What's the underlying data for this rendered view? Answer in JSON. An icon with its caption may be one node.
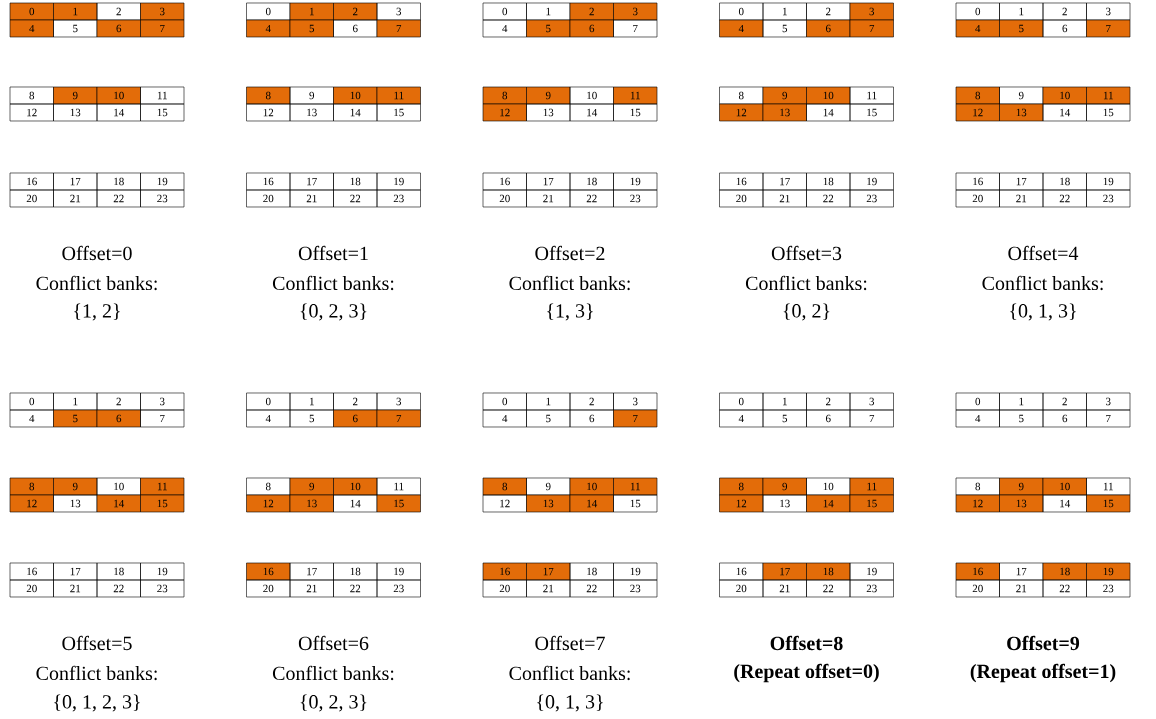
{
  "diagram": {
    "nodes": [
      {
        "text": [
          "0"
        ]
      },
      {
        "text": [
          "1"
        ]
      },
      {
        "text": [
          "2"
        ]
      },
      {
        "text": [
          "3"
        ]
      },
      {
        "text": [
          "4"
        ]
      },
      {
        "text": [
          "5"
        ]
      },
      {
        "text": [
          "6"
        ]
      },
      {
        "text": [
          "7"
        ]
      },
      {
        "text": [
          "8"
        ]
      },
      {
        "text": [
          "9"
        ]
      },
      {
        "text": [
          "10"
        ]
      },
      {
        "text": [
          "11"
        ]
      },
      {
        "text": [
          "12"
        ]
      },
      {
        "text": [
          "13"
        ]
      },
      {
        "text": [
          "14"
        ]
      },
      {
        "text": [
          "15"
        ]
      },
      {
        "text": [
          "16"
        ]
      },
      {
        "text": [
          "17"
        ]
      },
      {
        "text": [
          "18"
        ]
      },
      {
        "text": [
          "19"
        ]
      },
      {
        "text": [
          "20"
        ]
      },
      {
        "text": [
          "21"
        ]
      },
      {
        "text": [
          "22"
        ]
      },
      {
        "text": [
          "23"
        ]
      },
      {
        "text": [
          "0"
        ]
      },
      {
        "text": [
          "1"
        ]
      },
      {
        "text": [
          "2"
        ]
      },
      {
        "text": [
          "3"
        ]
      },
      {
        "text": [
          "4"
        ]
      },
      {
        "text": [
          "5"
        ]
      },
      {
        "text": [
          "6"
        ]
      },
      {
        "text": [
          "7"
        ]
      },
      {
        "text": [
          "8"
        ]
      },
      {
        "text": [
          "9"
        ]
      },
      {
        "text": [
          "10"
        ]
      },
      {
        "text": [
          "11"
        ]
      },
      {
        "text": [
          "12"
        ]
      },
      {
        "text": [
          "13"
        ]
      },
      {
        "text": [
          "14"
        ]
      },
      {
        "text": [
          "15"
        ]
      },
      {
        "text": [
          "16"
        ]
      },
      {
        "text": [
          "17"
        ]
      },
      {
        "text": [
          "18"
        ]
      },
      {
        "text": [
          "19"
        ]
      },
      {
        "text": [
          "20"
        ]
      },
      {
        "text": [
          "21"
        ]
      },
      {
        "text": [
          "22"
        ]
      },
      {
        "text": [
          "23"
        ]
      },
      {
        "text": [
          "0"
        ]
      },
      {
        "text": [
          "1"
        ]
      },
      {
        "text": [
          "2"
        ]
      },
      {
        "text": [
          "3"
        ]
      },
      {
        "text": [
          "4"
        ]
      },
      {
        "text": [
          "5"
        ]
      },
      {
        "text": [
          "6"
        ]
      },
      {
        "text": [
          "7"
        ]
      },
      {
        "text": [
          "8"
        ]
      },
      {
        "text": [
          "9"
        ]
      },
      {
        "text": [
          "10"
        ]
      },
      {
        "text": [
          "11"
        ]
      },
      {
        "text": [
          "12"
        ]
      },
      {
        "text": [
          "13"
        ]
      },
      {
        "text": [
          "14"
        ]
      },
      {
        "text": [
          "15"
        ]
      },
      {
        "text": [
          "16"
        ]
      },
      {
        "text": [
          "17"
        ]
      },
      {
        "text": [
          "18"
        ]
      },
      {
        "text": [
          "19"
        ]
      },
      {
        "text": [
          "20"
        ]
      },
      {
        "text": [
          "21"
        ]
      },
      {
        "text": [
          "22"
        ]
      },
      {
        "text": [
          "23"
        ]
      },
      {
        "text": [
          "0"
        ]
      },
      {
        "text": [
          "1"
        ]
      },
      {
        "text": [
          "2"
        ]
      },
      {
        "text": [
          "3"
        ]
      },
      {
        "text": [
          "4"
        ]
      },
      {
        "text": [
          "5"
        ]
      },
      {
        "text": [
          "6"
        ]
      },
      {
        "text": [
          "7"
        ]
      },
      {
        "text": [
          "8"
        ]
      },
      {
        "text": [
          "9"
        ]
      },
      {
        "text": [
          "10"
        ]
      },
      {
        "text": [
          "11"
        ]
      },
      {
        "text": [
          "12"
        ]
      },
      {
        "text": [
          "13"
        ]
      },
      {
        "text": [
          "14"
        ]
      },
      {
        "text": [
          "15"
        ]
      },
      {
        "text": [
          "16"
        ]
      },
      {
        "text": [
          "17"
        ]
      },
      {
        "text": [
          "18"
        ]
      },
      {
        "text": [
          "19"
        ]
      },
      {
        "text": [
          "20"
        ]
      },
      {
        "text": [
          "21"
        ]
      },
      {
        "text": [
          "22"
        ]
      },
      {
        "text": [
          "23"
        ]
      },
      {
        "text": [
          "0"
        ]
      },
      {
        "text": [
          "1"
        ]
      },
      {
        "text": [
          "2"
        ]
      },
      {
        "text": [
          "3"
        ]
      },
      {
        "text": [
          "4"
        ]
      },
      {
        "text": [
          "5"
        ]
      },
      {
        "text": [
          "6"
        ]
      },
      {
        "text": [
          "7"
        ]
      },
      {
        "text": [
          "8"
        ]
      },
      {
        "text": [
          "9"
        ]
      },
      {
        "text": [
          "10"
        ]
      },
      {
        "text": [
          "11"
        ]
      },
      {
        "text": [
          "12"
        ]
      },
      {
        "text": [
          "13"
        ]
      },
      {
        "text": [
          "14"
        ]
      },
      {
        "text": [
          "15"
        ]
      },
      {
        "text": [
          "16"
        ]
      },
      {
        "text": [
          "17"
        ]
      },
      {
        "text": [
          "18"
        ]
      },
      {
        "text": [
          "19"
        ]
      },
      {
        "text": [
          "20"
        ]
      },
      {
        "text": [
          "21"
        ]
      },
      {
        "text": [
          "22"
        ]
      },
      {
        "text": [
          "23"
        ]
      },
      {
        "text": [
          "0"
        ]
      },
      {
        "text": [
          "1"
        ]
      },
      {
        "text": [
          "2"
        ]
      },
      {
        "text": [
          "3"
        ]
      },
      {
        "text": [
          "4"
        ]
      },
      {
        "text": [
          "5"
        ]
      },
      {
        "text": [
          "6"
        ]
      },
      {
        "text": [
          "7"
        ]
      },
      {
        "text": [
          "8"
        ]
      },
      {
        "text": [
          "9"
        ]
      },
      {
        "text": [
          "10"
        ]
      },
      {
        "text": [
          "11"
        ]
      },
      {
        "text": [
          "12"
        ]
      },
      {
        "text": [
          "13"
        ]
      },
      {
        "text": [
          "14"
        ]
      },
      {
        "text": [
          "15"
        ]
      },
      {
        "text": [
          "16"
        ]
      },
      {
        "text": [
          "17"
        ]
      },
      {
        "text": [
          "18"
        ]
      },
      {
        "text": [
          "19"
        ]
      },
      {
        "text": [
          "20"
        ]
      },
      {
        "text": [
          "21"
        ]
      },
      {
        "text": [
          "22"
        ]
      },
      {
        "text": [
          "23"
        ]
      },
      {
        "text": [
          "0"
        ]
      },
      {
        "text": [
          "1"
        ]
      },
      {
        "text": [
          "2"
        ]
      },
      {
        "text": [
          "3"
        ]
      },
      {
        "text": [
          "4"
        ]
      },
      {
        "text": [
          "5"
        ]
      },
      {
        "text": [
          "6"
        ]
      },
      {
        "text": [
          "7"
        ]
      },
      {
        "text": [
          "8"
        ]
      },
      {
        "text": [
          "9"
        ]
      },
      {
        "text": [
          "10"
        ]
      },
      {
        "text": [
          "11"
        ]
      },
      {
        "text": [
          "12"
        ]
      },
      {
        "text": [
          "13"
        ]
      },
      {
        "text": [
          "14"
        ]
      },
      {
        "text": [
          "15"
        ]
      },
      {
        "text": [
          "16"
        ]
      },
      {
        "text": [
          "17"
        ]
      },
      {
        "text": [
          "18"
        ]
      },
      {
        "text": [
          "19"
        ]
      },
      {
        "text": [
          "20"
        ]
      },
      {
        "text": [
          "21"
        ]
      },
      {
        "text": [
          "22"
        ]
      },
      {
        "text": [
          "23"
        ]
      },
      {
        "text": [
          "0"
        ]
      },
      {
        "text": [
          "1"
        ]
      },
      {
        "text": [
          "2"
        ]
      },
      {
        "text": [
          "3"
        ]
      },
      {
        "text": [
          "4"
        ]
      },
      {
        "text": [
          "5"
        ]
      },
      {
        "text": [
          "6"
        ]
      },
      {
        "text": [
          "7"
        ]
      },
      {
        "text": [
          "8"
        ]
      },
      {
        "text": [
          "9"
        ]
      },
      {
        "text": [
          "10"
        ]
      },
      {
        "text": [
          "11"
        ]
      },
      {
        "text": [
          "12"
        ]
      },
      {
        "text": [
          "13"
        ]
      },
      {
        "text": [
          "14"
        ]
      },
      {
        "text": [
          "15"
        ]
      },
      {
        "text": [
          "16"
        ]
      },
      {
        "text": [
          "17"
        ]
      },
      {
        "text": [
          "18"
        ]
      },
      {
        "text": [
          "19"
        ]
      },
      {
        "text": [
          "20"
        ]
      },
      {
        "text": [
          "21"
        ]
      },
      {
        "text": [
          "22"
        ]
      },
      {
        "text": [
          "23"
        ]
      },
      {
        "text": [
          "0"
        ]
      },
      {
        "text": [
          "1"
        ]
      },
      {
        "text": [
          "2"
        ]
      },
      {
        "text": [
          "3"
        ]
      },
      {
        "text": [
          "4"
        ]
      },
      {
        "text": [
          "5"
        ]
      },
      {
        "text": [
          "6"
        ]
      },
      {
        "text": [
          "7"
        ]
      },
      {
        "text": [
          "8"
        ]
      },
      {
        "text": [
          "9"
        ]
      },
      {
        "text": [
          "10"
        ]
      },
      {
        "text": [
          "11"
        ]
      },
      {
        "text": [
          "12"
        ]
      },
      {
        "text": [
          "13"
        ]
      },
      {
        "text": [
          "14"
        ]
      },
      {
        "text": [
          "15"
        ]
      },
      {
        "text": [
          "16"
        ]
      },
      {
        "text": [
          "17"
        ]
      },
      {
        "text": [
          "18"
        ]
      },
      {
        "text": [
          "19"
        ]
      },
      {
        "text": [
          "20"
        ]
      },
      {
        "text": [
          "21"
        ]
      },
      {
        "text": [
          "22"
        ]
      },
      {
        "text": [
          "23"
        ]
      },
      {
        "text": [
          "0"
        ]
      },
      {
        "text": [
          "1"
        ]
      },
      {
        "text": [
          "2"
        ]
      },
      {
        "text": [
          "3"
        ]
      },
      {
        "text": [
          "4"
        ]
      },
      {
        "text": [
          "5"
        ]
      },
      {
        "text": [
          "6"
        ]
      },
      {
        "text": [
          "7"
        ]
      },
      {
        "text": [
          "8"
        ]
      },
      {
        "text": [
          "9"
        ]
      },
      {
        "text": [
          "10"
        ]
      },
      {
        "text": [
          "11"
        ]
      },
      {
        "text": [
          "12"
        ]
      },
      {
        "text": [
          "13"
        ]
      },
      {
        "text": [
          "14"
        ]
      },
      {
        "text": [
          "15"
        ]
      },
      {
        "text": [
          "16"
        ]
      },
      {
        "text": [
          "17"
        ]
      },
      {
        "text": [
          "18"
        ]
      },
      {
        "text": [
          "19"
        ]
      },
      {
        "text": [
          "20"
        ]
      },
      {
        "text": [
          "21"
        ]
      },
      {
        "text": [
          "22"
        ]
      },
      {
        "text": [
          "23"
        ]
      }
    ],
    "labels": [
      "Offset=0",
      "Conflict banks:",
      "{1, 2}",
      "Offset=1",
      "Conflict banks:",
      "{0, 2, 3}",
      "Offset=2",
      "Conflict banks:",
      "{1, 3}",
      "Offset=3",
      "Conflict banks:",
      "{0, 2}",
      "Offset=4",
      "Conflict banks:",
      "{0, 1, 3}",
      "Offset=5",
      "Conflict banks:",
      "{0, 1, 2, 3}",
      "Offset=6",
      "Conflict banks:",
      "{0, 2, 3}",
      "Offset=7",
      "Conflict banks:",
      "{0, 1, 3}",
      "Offset=8",
      "(Repeat offset=0)",
      "Offset=9",
      "(Repeat offset=1)"
    ]
  }
}
